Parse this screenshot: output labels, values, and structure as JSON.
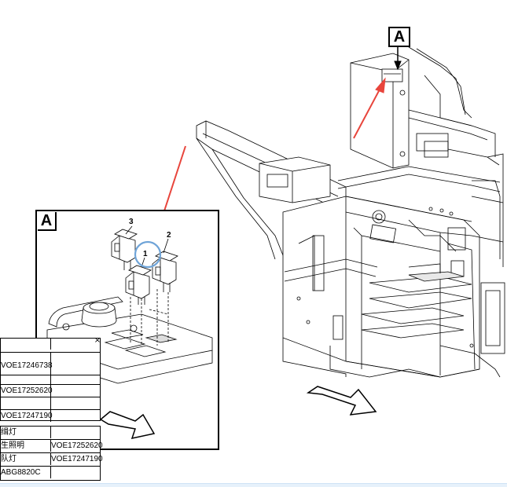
{
  "callout": {
    "main_label": "A",
    "inset_label": "A"
  },
  "inset_numbers": {
    "n3": "3",
    "n2": "2",
    "n1": "1"
  },
  "popup": {
    "close": "×",
    "group1": [
      {
        "c1": "",
        "c2": ""
      },
      {
        "c1": "VOE17246738",
        "c2": ""
      },
      {
        "c1": "",
        "c2": ""
      },
      {
        "c1": "VOE17252620",
        "c2": ""
      },
      {
        "c1": "",
        "c2": ""
      },
      {
        "c1": "VOE17247190",
        "c2": ""
      }
    ],
    "group2": [
      {
        "c1": "缉灯",
        "c2": ""
      },
      {
        "c1": "生照明",
        "c2": "VOE17252620"
      },
      {
        "c1": "队灯",
        "c2": "VOE17247190"
      },
      {
        "c1": "ABG8820C",
        "c2": ""
      }
    ]
  },
  "colors": {
    "arrow": "#e8453c",
    "highlight": "#6fa4d8",
    "line": "#000000",
    "bar": "#e6f1fb"
  }
}
